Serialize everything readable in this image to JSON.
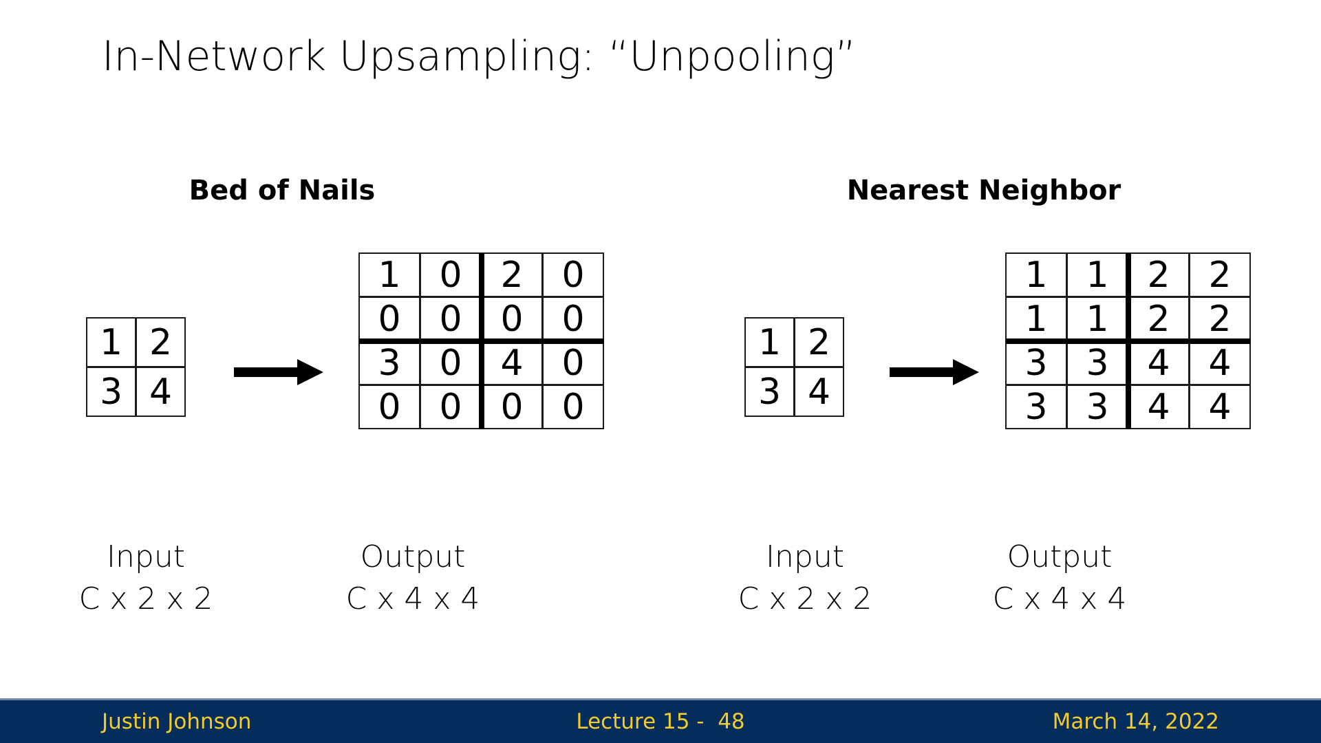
{
  "slide": {
    "title": "In-Network Upsampling: “Unpooling”"
  },
  "panels": [
    {
      "id": "bed-of-nails",
      "heading": "Bed of Nails",
      "input": {
        "caption_name": "Input",
        "caption_shape": "C x 2 x 2",
        "rows": [
          [
            "1",
            "2"
          ],
          [
            "3",
            "4"
          ]
        ]
      },
      "output": {
        "caption_name": "Output",
        "caption_shape": "C x 4 x 4",
        "rows": [
          [
            "1",
            "0",
            "2",
            "0"
          ],
          [
            "0",
            "0",
            "0",
            "0"
          ],
          [
            "3",
            "0",
            "4",
            "0"
          ],
          [
            "0",
            "0",
            "0",
            "0"
          ]
        ]
      },
      "arrow": "right-arrow"
    },
    {
      "id": "nearest-neighbor",
      "heading": "Nearest Neighbor",
      "input": {
        "caption_name": "Input",
        "caption_shape": "C x 2 x 2",
        "rows": [
          [
            "1",
            "2"
          ],
          [
            "3",
            "4"
          ]
        ]
      },
      "output": {
        "caption_name": "Output",
        "caption_shape": "C x 4 x 4",
        "rows": [
          [
            "1",
            "1",
            "2",
            "2"
          ],
          [
            "1",
            "1",
            "2",
            "2"
          ],
          [
            "3",
            "3",
            "4",
            "4"
          ],
          [
            "3",
            "3",
            "4",
            "4"
          ]
        ]
      },
      "arrow": "right-arrow"
    }
  ],
  "footer": {
    "author": "Justin Johnson",
    "lecture": "Lecture 15 -  48",
    "date": "March 14, 2022",
    "background_color": "#042d5c",
    "text_color": "#f2cb2e"
  }
}
